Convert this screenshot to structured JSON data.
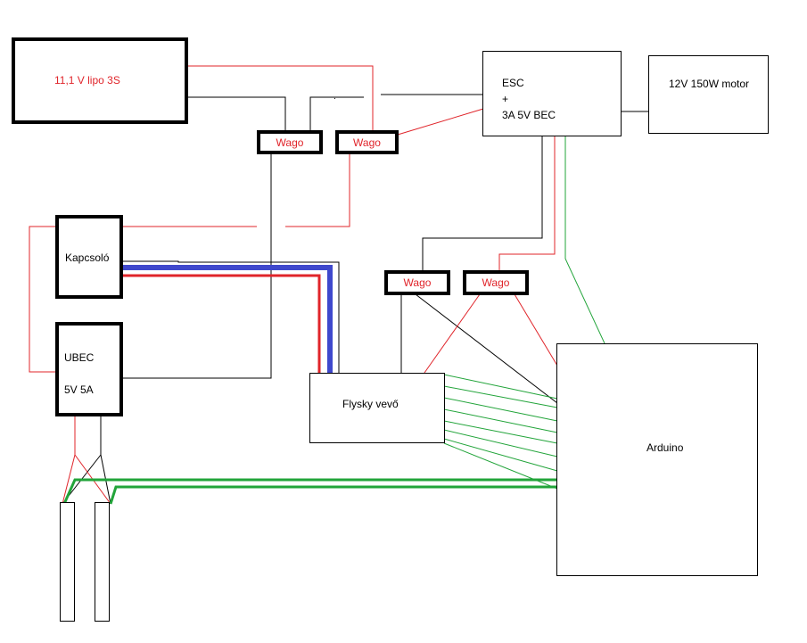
{
  "colors": {
    "wire_black": "#000000",
    "wire_red": "#e0242a",
    "wire_green": "#22a43a",
    "wire_blue": "#3f48cc",
    "text_red": "#e0242a"
  },
  "components": {
    "battery": {
      "label": "11,1 V lipo 3S"
    },
    "esc": {
      "line1": "ESC",
      "line2": "+",
      "line3": "3A 5V BEC"
    },
    "motor": {
      "label": "12V 150W motor"
    },
    "wago_1": {
      "label": "Wago"
    },
    "wago_2": {
      "label": "Wago"
    },
    "wago_3": {
      "label": "Wago"
    },
    "wago_4": {
      "label": "Wago"
    },
    "switch": {
      "label": "Kapcsoló"
    },
    "ubec": {
      "line1": "UBEC",
      "line2": "5V 5A"
    },
    "receiver": {
      "label": "Flysky vevő"
    },
    "arduino": {
      "label": "Arduino"
    },
    "dot_mark": "."
  }
}
